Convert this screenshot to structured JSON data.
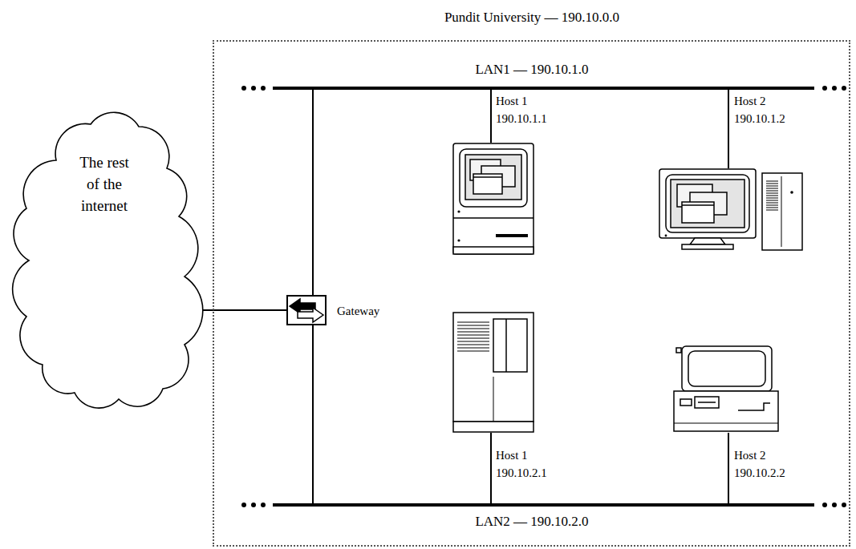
{
  "diagram": {
    "nodes": [
      {
        "text": [
          "Pundit University — 190.10.0.0"
        ]
      },
      {
        "text": [
          "LAN1 — 190.10.1.0"
        ],
        "in": 0
      },
      {
        "text": [
          "Host 1",
          "190.10.1.1"
        ],
        "in": 0
      },
      {
        "text": [
          "Host 2",
          "190.10.1.2"
        ],
        "in": 0
      },
      {
        "text": [
          "Gateway"
        ],
        "in": 0
      },
      {
        "text": [
          "Host 1",
          "190.10.2.1"
        ],
        "in": 0
      },
      {
        "text": [
          "Host 2",
          "190.10.2.2"
        ],
        "in": 0
      },
      {
        "text": [
          "LAN2 — 190.10.2.0"
        ],
        "in": 0
      },
      {
        "text": [
          "The rest of the internet"
        ]
      }
    ],
    "edges": [
      {
        "from": 8,
        "to": 4,
        "arrow": "none"
      },
      {
        "from": 4,
        "to": 1,
        "arrow": "none"
      },
      {
        "from": 4,
        "to": 7,
        "arrow": "none"
      },
      {
        "from": 1,
        "to": 2,
        "arrow": "none"
      },
      {
        "from": 1,
        "to": 3,
        "arrow": "none"
      },
      {
        "from": 5,
        "to": 7,
        "arrow": "none"
      },
      {
        "from": 6,
        "to": 7,
        "arrow": "none"
      }
    ]
  }
}
